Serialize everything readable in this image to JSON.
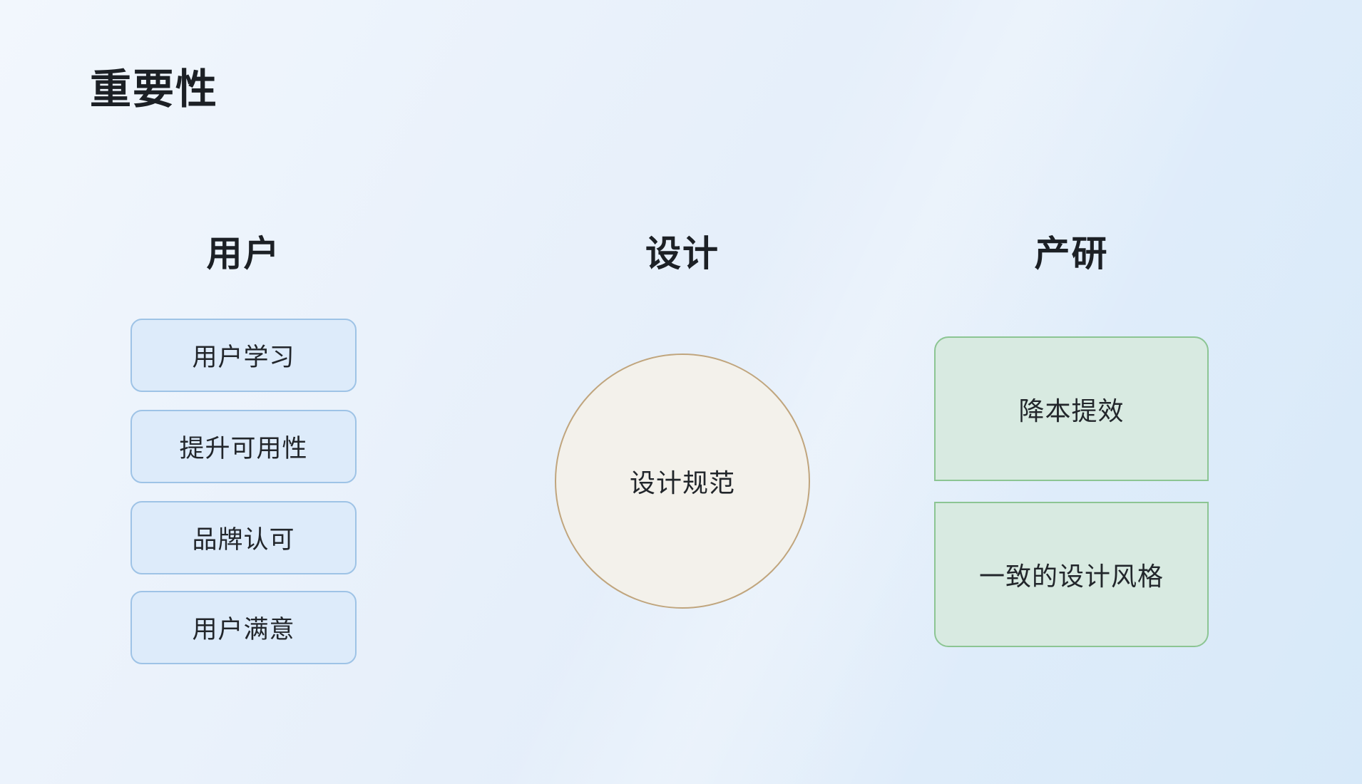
{
  "page": {
    "title": "重要性"
  },
  "columns": [
    {
      "id": "users",
      "header": "用户",
      "items": [
        "用户学习",
        "提升可用性",
        "品牌认可",
        "用户满意"
      ]
    },
    {
      "id": "design",
      "header": "设计",
      "circle_label": "设计规范"
    },
    {
      "id": "product_rd",
      "header": "产研",
      "items": [
        "降本提效",
        "一致的设计风格"
      ]
    }
  ],
  "colors": {
    "background_start": "#f2f7fd",
    "background_mid": "#e6effa",
    "background_end": "#d7e9f9",
    "title_text": "#1c2025",
    "box_text": "#22262b",
    "user_box_fill": "#ddebfa",
    "user_box_border": "#9ec3e6",
    "design_circle_fill": "#f3f1eb",
    "design_circle_border": "#c0a57d",
    "rd_box_fill": "#d8eae1",
    "rd_box_border": "#8cc593"
  }
}
